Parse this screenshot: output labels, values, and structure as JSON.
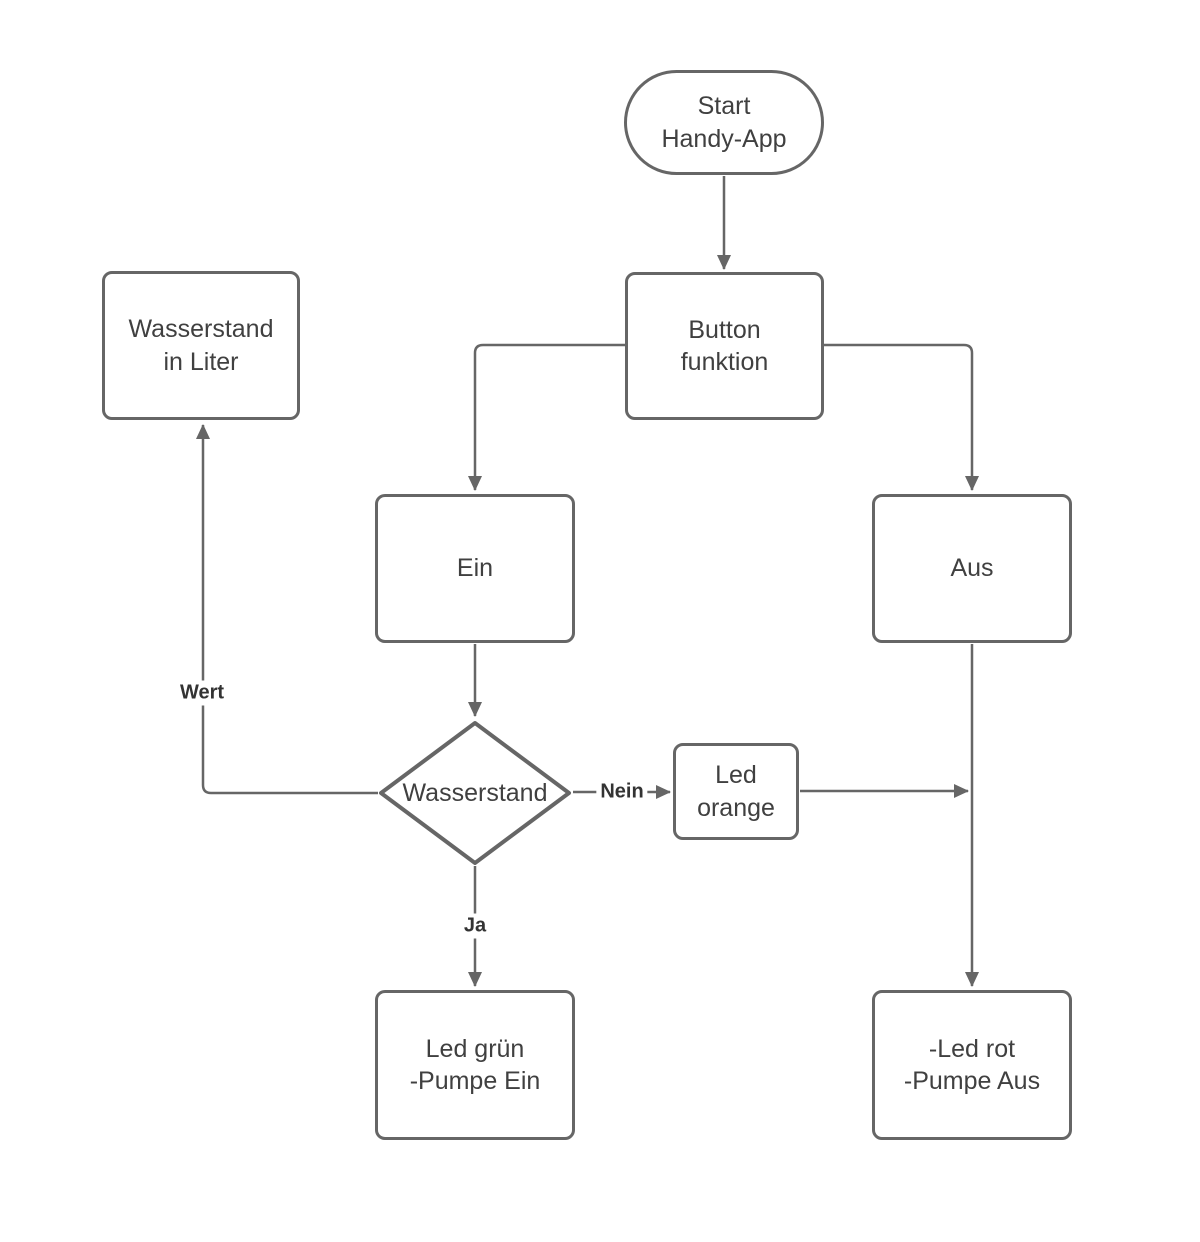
{
  "diagram": {
    "colors": {
      "stroke": "#666666",
      "text": "#404040",
      "background": "#ffffff"
    },
    "nodes": {
      "start": {
        "label": "Start\nHandy-App",
        "shape": "stadium"
      },
      "wasserstand_liter": {
        "label": "Wasserstand\nin Liter",
        "shape": "rect"
      },
      "button_funktion": {
        "label": "Button\nfunktion",
        "shape": "rect"
      },
      "ein": {
        "label": "Ein",
        "shape": "rect"
      },
      "aus": {
        "label": "Aus",
        "shape": "rect"
      },
      "wasserstand_decision": {
        "label": "Wasserstand",
        "shape": "diamond"
      },
      "led_orange": {
        "label": "Led\norange",
        "shape": "rect"
      },
      "led_gruen": {
        "label": "Led grün\n-Pumpe Ein",
        "shape": "rect"
      },
      "led_rot": {
        "label": "-Led rot\n-Pumpe Aus",
        "shape": "rect"
      }
    },
    "edge_labels": {
      "wert": "Wert",
      "nein": "Nein",
      "ja": "Ja"
    },
    "connections": [
      {
        "from": "start",
        "to": "button_funktion",
        "label": ""
      },
      {
        "from": "button_funktion",
        "to": "ein",
        "label": ""
      },
      {
        "from": "button_funktion",
        "to": "aus",
        "label": ""
      },
      {
        "from": "ein",
        "to": "wasserstand_decision",
        "label": ""
      },
      {
        "from": "wasserstand_decision",
        "to": "wasserstand_liter",
        "label": "Wert"
      },
      {
        "from": "wasserstand_decision",
        "to": "led_orange",
        "label": "Nein"
      },
      {
        "from": "wasserstand_decision",
        "to": "led_gruen",
        "label": "Ja"
      },
      {
        "from": "led_orange",
        "to": "aus_line",
        "label": ""
      },
      {
        "from": "aus",
        "to": "led_rot",
        "label": ""
      }
    ]
  }
}
